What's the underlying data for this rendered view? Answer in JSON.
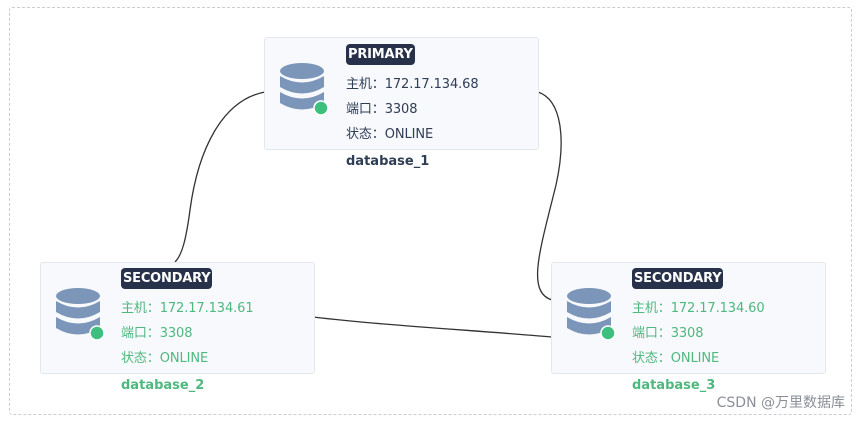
{
  "nodes": [
    {
      "id": "database_1",
      "role": "PRIMARY",
      "host_label": "主机：",
      "host": "172.17.134.68",
      "port_label": "端口：",
      "port": "3308",
      "state_label": "状态：",
      "state": "ONLINE",
      "name": "database_1",
      "text_color": "#2f3d55",
      "status_dot_color": "#3dbf7e"
    },
    {
      "id": "database_2",
      "role": "SECONDARY",
      "host_label": "主机：",
      "host": "172.17.134.61",
      "port_label": "端口：",
      "port": "3308",
      "state_label": "状态：",
      "state": "ONLINE",
      "name": "database_2",
      "text_color": "#4fb87f",
      "status_dot_color": "#3dbf7e"
    },
    {
      "id": "database_3",
      "role": "SECONDARY",
      "host_label": "主机：",
      "host": "172.17.134.60",
      "port_label": "端口：",
      "port": "3308",
      "state_label": "状态：",
      "state": "ONLINE",
      "name": "database_3",
      "text_color": "#4fb87f",
      "status_dot_color": "#3dbf7e"
    }
  ],
  "edges": [
    {
      "from": "database_1",
      "to": "database_2"
    },
    {
      "from": "database_1",
      "to": "database_3"
    },
    {
      "from": "database_2",
      "to": "database_3"
    }
  ],
  "colors": {
    "db_icon": "#7b96b8",
    "role_badge_bg": "#27314a",
    "edge": "#333333"
  },
  "watermark": "CSDN @万里数据库"
}
